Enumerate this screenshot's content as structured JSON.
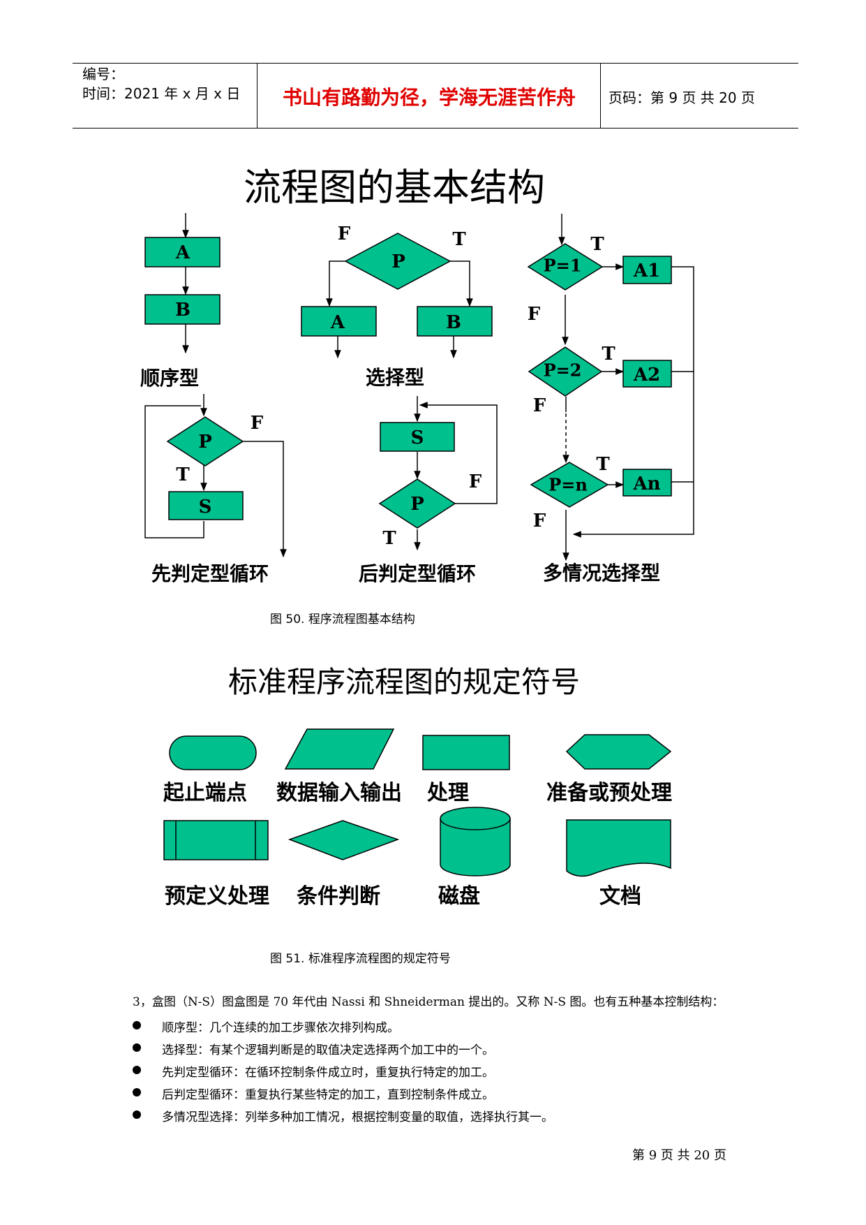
{
  "header": {
    "serial_label": "编号：",
    "time_label": "时间：2021 年 x 月 x 日",
    "motto": "书山有路勤为径，学海无涯苦作舟",
    "page_label": "页码：第 9 页  共 20 页"
  },
  "figure1": {
    "title": "流程图的基本结构",
    "caption": "图 50.  程序流程图基本结构",
    "seq": {
      "box_a": "A",
      "box_b": "B",
      "label": "顺序型"
    },
    "sel": {
      "cond": "P",
      "f": "F",
      "t": "T",
      "box_a": "A",
      "box_b": "B",
      "label": "选择型"
    },
    "multi": {
      "cond1": "P=1",
      "cond2": "P=2",
      "condn": "P=n",
      "box1": "A1",
      "box2": "A2",
      "boxn": "An",
      "t1": "T",
      "t2": "T",
      "tn": "T",
      "f1": "F",
      "f2": "F",
      "fn": "F",
      "label": "多情况选择型"
    },
    "pre_loop": {
      "cond": "P",
      "f": "F",
      "t": "T",
      "box": "S",
      "label": "先判定型循环"
    },
    "post_loop": {
      "box": "S",
      "cond": "P",
      "f": "F",
      "t": "T",
      "label": "后判定型循环"
    }
  },
  "figure2": {
    "title": "标准程序流程图的规定符号",
    "caption": "图 51.  标准程序流程图的规定符号",
    "symbols": {
      "terminal": "起止端点",
      "io": "数据输入输出",
      "process": "处理",
      "preparation": "准备或预处理",
      "predefined": "预定义处理",
      "decision": "条件判断",
      "disk": "磁盘",
      "document": "文档"
    }
  },
  "body": {
    "intro": "3，盒图（N-S）图盒图是 70 年代由 Nassi 和 Shneiderman 提出的。又称 N-S 图。也有五种基本控制结构：",
    "bullets": [
      "顺序型：几个连续的加工步骤依次排列构成。",
      "选择型：有某个逻辑判断是的取值决定选择两个加工中的一个。",
      "先判定型循环：在循环控制条件成立时，重复执行特定的加工。",
      "后判定型循环：重复执行某些特定的加工，直到控制条件成立。",
      "多情况型选择：列举多种加工情况，根据控制变量的取值，选择执行其一。"
    ]
  },
  "footer": {
    "page": "第  9  页  共  20  页"
  },
  "colors": {
    "shape_fill": "#00c08e",
    "motto": "#e00000"
  }
}
